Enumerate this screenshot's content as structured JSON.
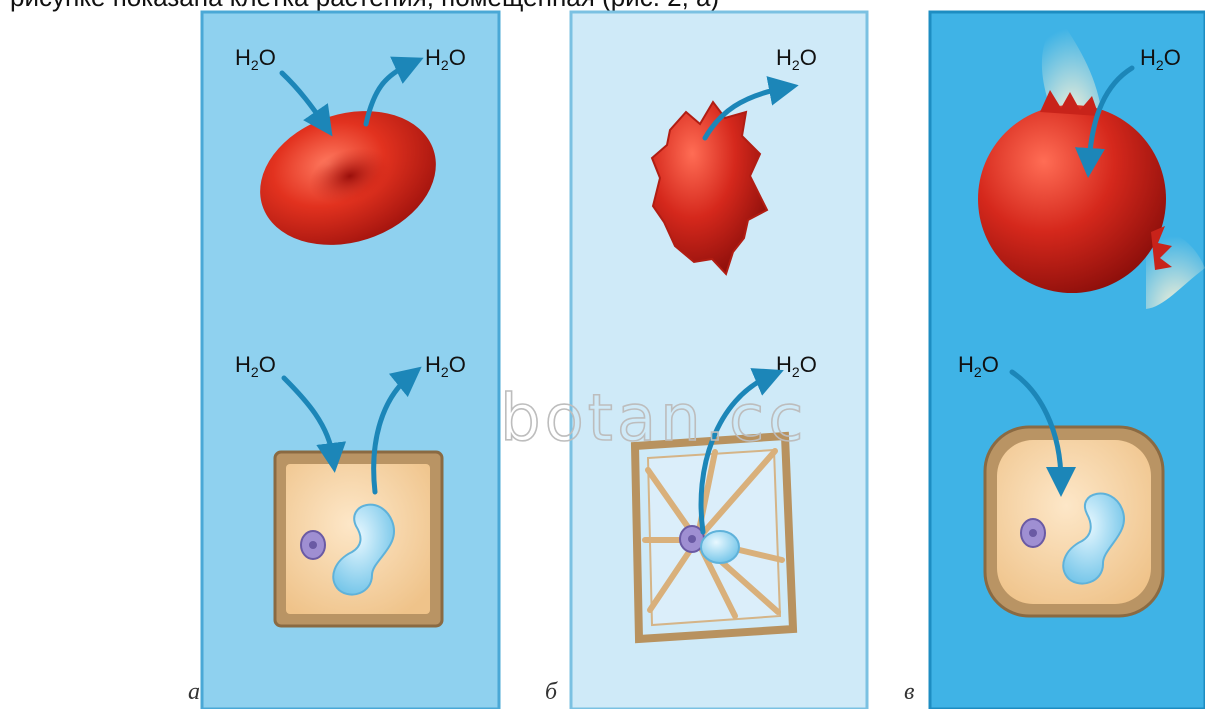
{
  "header_text": "рисунке показана клетка растения, помещенная (рис. 2, а)",
  "molecule": {
    "main": "H",
    "sub": "2",
    "tail": "O"
  },
  "panels": [
    {
      "letter": "а"
    },
    {
      "letter": "б"
    },
    {
      "letter": "в"
    }
  ],
  "watermark": "botan.cc",
  "colors": {
    "panel_a_bg": "#8fd1ef",
    "panel_b_bg": "#cfeaf8",
    "panel_c_bg": "#3fb3e6",
    "arrow": "#1c86b8",
    "red_cell": "#d92a1f",
    "cytoplasm": "#f4cf9d",
    "vacuole": "#9fd6ef",
    "nucleus": "#9f8fd2"
  }
}
